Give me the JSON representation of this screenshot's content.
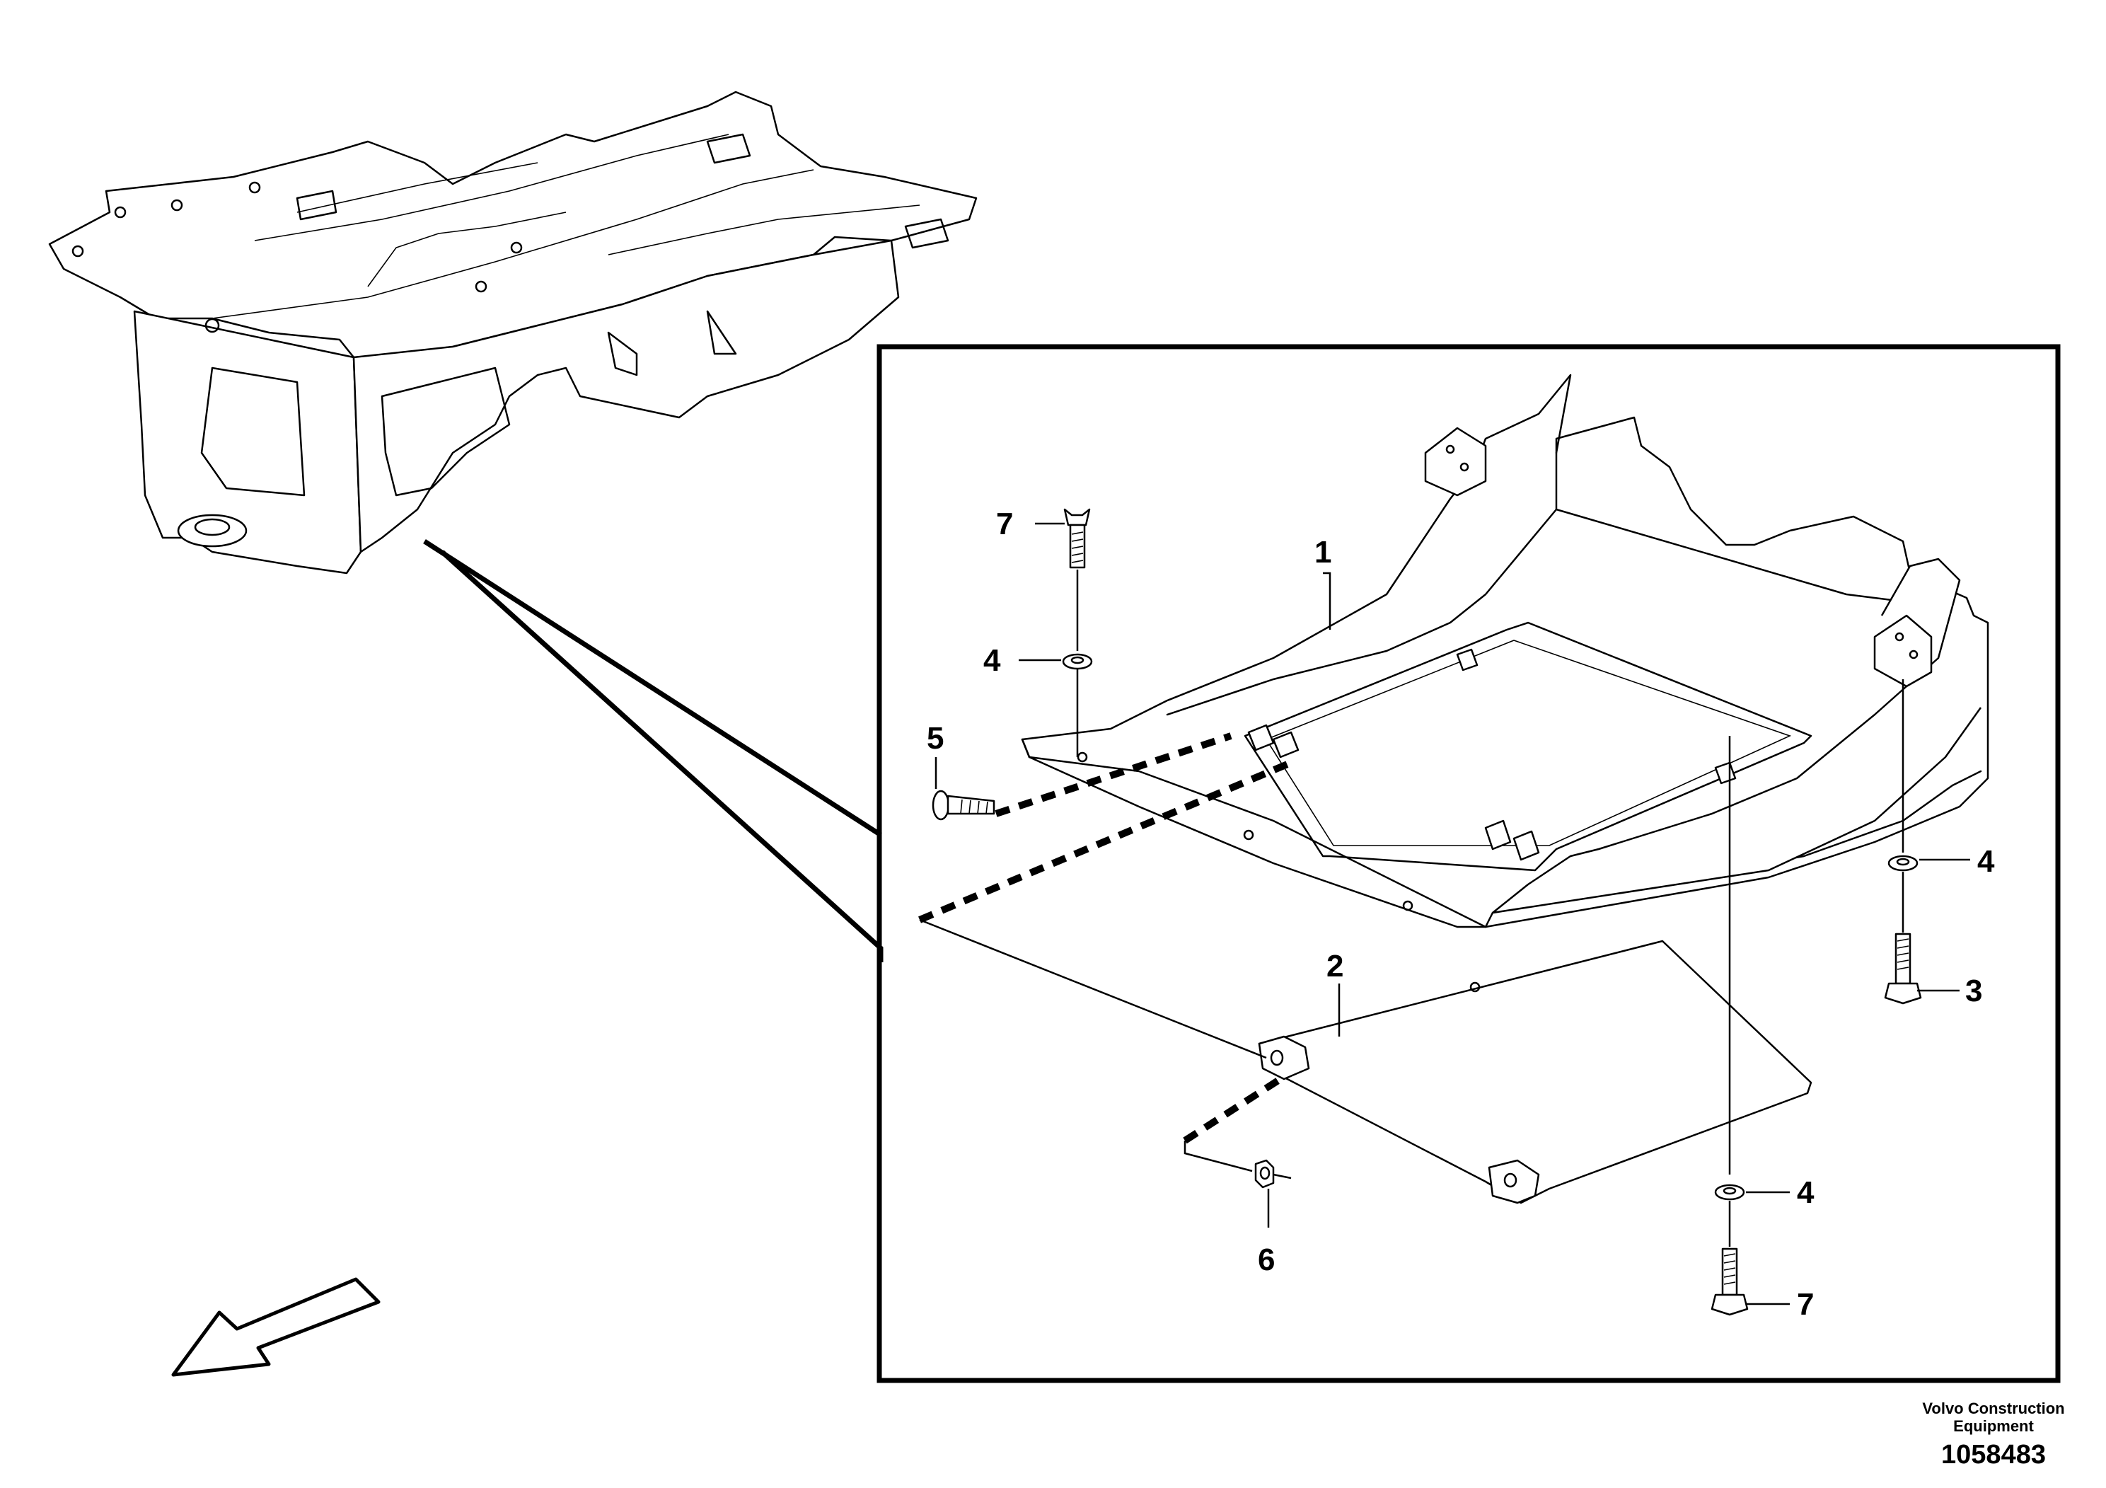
{
  "callouts": {
    "c1": "1",
    "c2": "2",
    "c3": "3",
    "c4a": "4",
    "c4b": "4",
    "c4c": "4",
    "c5": "5",
    "c6": "6",
    "c7a": "7",
    "c7b": "7"
  },
  "credit": {
    "line1": "Volvo Construction",
    "line2": "Equipment"
  },
  "document_number": "1058483"
}
